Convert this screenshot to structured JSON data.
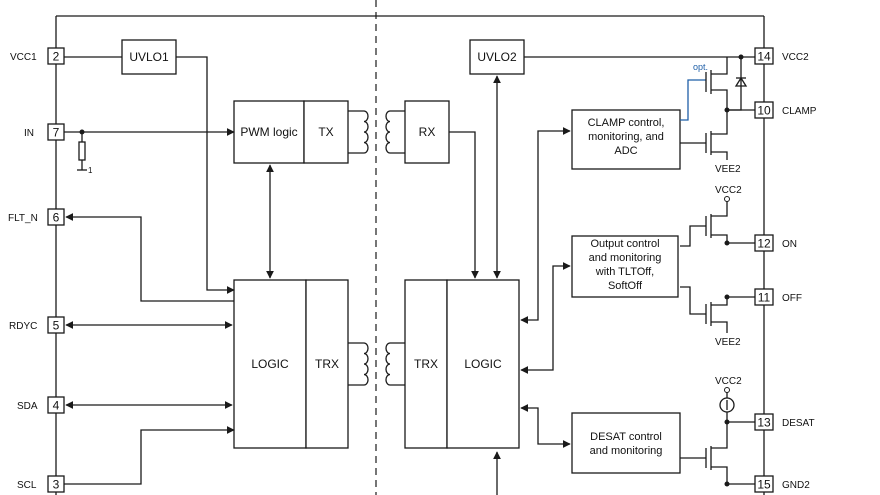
{
  "pins_left": [
    {
      "num": "2",
      "name": "VCC1"
    },
    {
      "num": "7",
      "name": "IN"
    },
    {
      "num": "6",
      "name": "FLT_N"
    },
    {
      "num": "5",
      "name": "RDYC"
    },
    {
      "num": "4",
      "name": "SDA"
    },
    {
      "num": "3",
      "name": "SCL"
    }
  ],
  "pins_right": [
    {
      "num": "14",
      "name": "VCC2"
    },
    {
      "num": "10",
      "name": "CLAMP"
    },
    {
      "num": "12",
      "name": "ON"
    },
    {
      "num": "11",
      "name": "OFF"
    },
    {
      "num": "13",
      "name": "DESAT"
    },
    {
      "num": "15",
      "name": "GND2"
    }
  ],
  "blocks": {
    "uvlo1": "UVLO1",
    "uvlo2": "UVLO2",
    "pwm_logic": "PWM logic",
    "tx": "TX",
    "rx": "RX",
    "logic_left": "LOGIC",
    "trx_left": "TRX",
    "trx_right": "TRX",
    "logic_right": "LOGIC",
    "clamp_control": [
      "CLAMP control,",
      "monitoring, and",
      "ADC"
    ],
    "output_control": [
      "Output control",
      "and monitoring",
      "with TLTOff,",
      "SoftOff"
    ],
    "desat_control": [
      "DESAT control",
      "and monitoring"
    ]
  },
  "supply_labels": {
    "vee2_clamp": "VEE2",
    "vcc2_on": "VCC2",
    "vee2_off": "VEE2",
    "vcc2_desat": "VCC2"
  },
  "annotations": {
    "opt": "opt.",
    "resistor_sub": "1"
  }
}
